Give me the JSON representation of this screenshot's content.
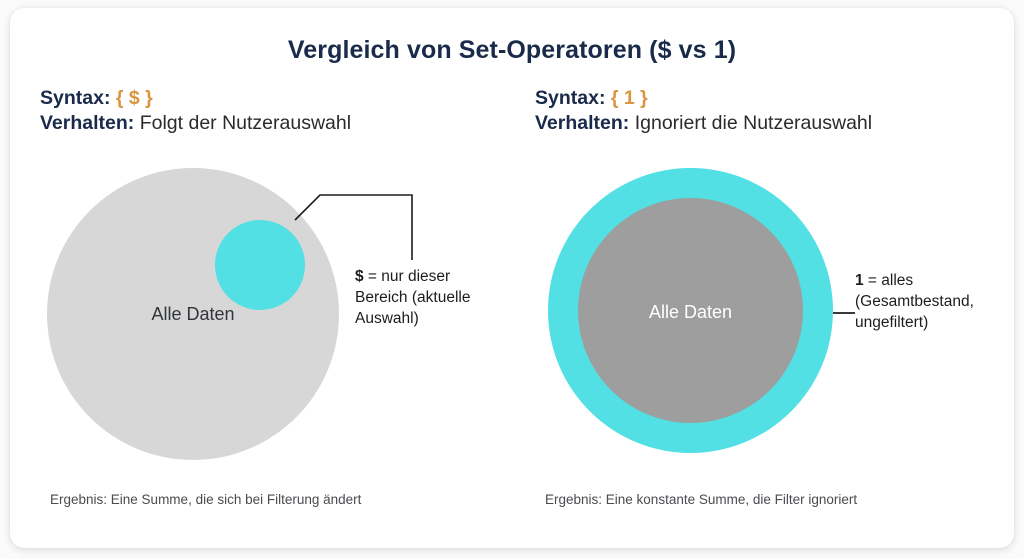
{
  "title": "Vergleich von Set-Operatoren ($ vs 1)",
  "colors": {
    "title": "#1a2a4a",
    "accent_cyan": "#52e0e4",
    "syntax_orange": "#d9963c",
    "light_gray": "#d7d7d7",
    "mid_gray": "#9e9e9e",
    "card_bg": "#ffffff"
  },
  "panels": {
    "left": {
      "syntax_label": "Syntax:",
      "syntax_value": "{ $ }",
      "behavior_label": "Verhalten:",
      "behavior_value": "Folgt der Nutzerauswahl",
      "circle_label": "Alle Daten",
      "annotation_key": "$",
      "annotation_text": " = nur dieser Bereich (aktuelle Auswahl)",
      "caption": "Ergebnis: Eine Summe, die sich bei Filterung ändert"
    },
    "right": {
      "syntax_label": "Syntax:",
      "syntax_value": "{ 1 }",
      "behavior_label": "Verhalten:",
      "behavior_value": "Ignoriert die Nutzerauswahl",
      "circle_label": "Alle Daten",
      "annotation_key": "1",
      "annotation_text": " = alles (Gesamtbestand, ungefiltert)",
      "caption": "Ergebnis: Eine konstante Summe, die Filter ignoriert"
    }
  }
}
